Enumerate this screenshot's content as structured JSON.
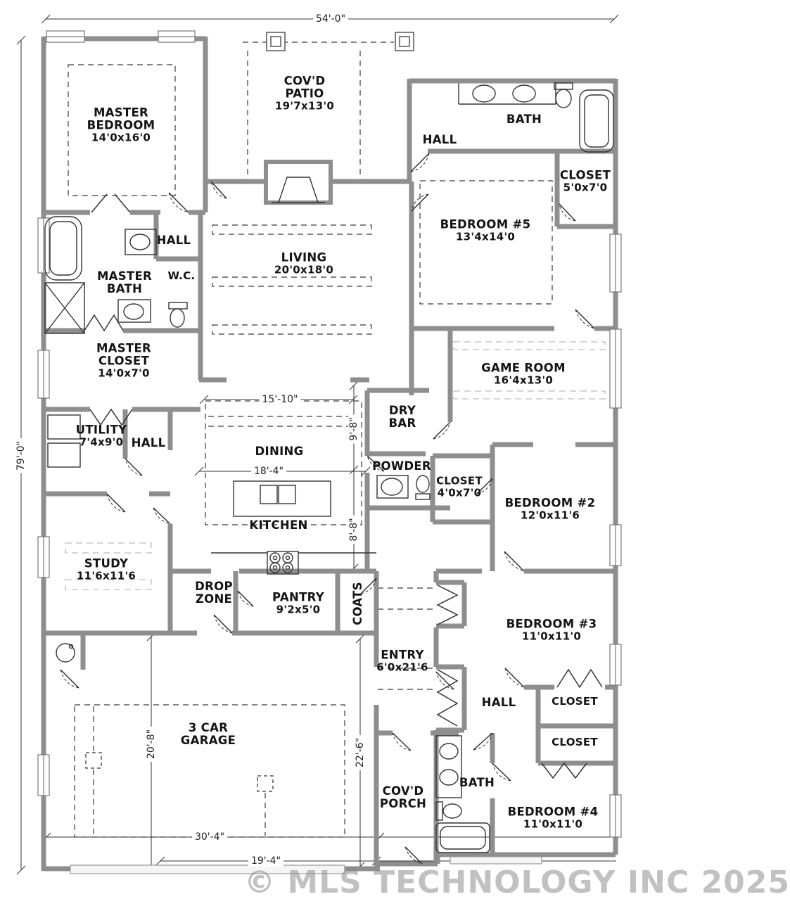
{
  "watermark": "© MLS TECHNOLOGY INC 2025",
  "dimensions": {
    "overall_width": "54'-0\"",
    "overall_height": "79'-0\"",
    "dining_width": "15'-10\"",
    "kitchen_width": "18'-4\"",
    "dining_depth": "9'-8\"",
    "kitchen_depth": "8'-8\"",
    "garage_depth": "20'-8\"",
    "entry_depth": "22'-6\"",
    "garage_width": "30'-4\"",
    "garage_door_width": "19'-4\""
  },
  "rooms": {
    "master_bedroom": {
      "name": "MASTER BEDROOM",
      "dims": "14'0x16'0"
    },
    "covd_patio": {
      "name": "COV'D PATIO",
      "dims": "19'7x13'0"
    },
    "bath_top": {
      "name": "BATH"
    },
    "hall_top": {
      "name": "HALL"
    },
    "closet_bed5": {
      "name": "CLOSET",
      "dims": "5'0x7'0"
    },
    "bedroom5": {
      "name": "BEDROOM #5",
      "dims": "13'4x14'0"
    },
    "hall_master": {
      "name": "HALL"
    },
    "master_bath": {
      "name": "MASTER BATH"
    },
    "wc": {
      "name": "W.C."
    },
    "master_closet": {
      "name": "MASTER CLOSET",
      "dims": "14'0x7'0"
    },
    "living": {
      "name": "LIVING",
      "dims": "20'0x18'0"
    },
    "game_room": {
      "name": "GAME ROOM",
      "dims": "16'4x13'0"
    },
    "dry_bar": {
      "name": "DRY BAR"
    },
    "utility": {
      "name": "UTILITY",
      "dims": "7'4x9'0"
    },
    "hall_utility": {
      "name": "HALL"
    },
    "dining": {
      "name": "DINING"
    },
    "powder": {
      "name": "POWDER"
    },
    "closet_bed2": {
      "name": "CLOSET",
      "dims": "4'0x7'0"
    },
    "bedroom2": {
      "name": "BEDROOM #2",
      "dims": "12'0x11'6"
    },
    "kitchen": {
      "name": "KITCHEN"
    },
    "study": {
      "name": "STUDY",
      "dims": "11'6x11'6"
    },
    "drop_zone": {
      "name": "DROP ZONE"
    },
    "pantry": {
      "name": "PANTRY",
      "dims": "9'2x5'0"
    },
    "coats": {
      "name": "COATS"
    },
    "entry": {
      "name": "ENTRY",
      "dims": "6'0x21'6"
    },
    "bedroom3": {
      "name": "BEDROOM #3",
      "dims": "11'0x11'0"
    },
    "hall_bedrooms": {
      "name": "HALL"
    },
    "closet_hall_upper": {
      "name": "CLOSET"
    },
    "closet_hall_lower": {
      "name": "CLOSET"
    },
    "garage": {
      "name": "3 CAR GARAGE"
    },
    "covd_porch": {
      "name": "COV'D PORCH"
    },
    "bath_bottom": {
      "name": "BATH"
    },
    "bedroom4": {
      "name": "BEDROOM #4",
      "dims": "11'0x11'0"
    }
  },
  "fixtures": [
    "bathtub",
    "shower",
    "double-vanity-sinks",
    "toilet",
    "kitchen-island-sink",
    "range-cooktop",
    "fireplace",
    "washer-dryer",
    "water-heater"
  ]
}
